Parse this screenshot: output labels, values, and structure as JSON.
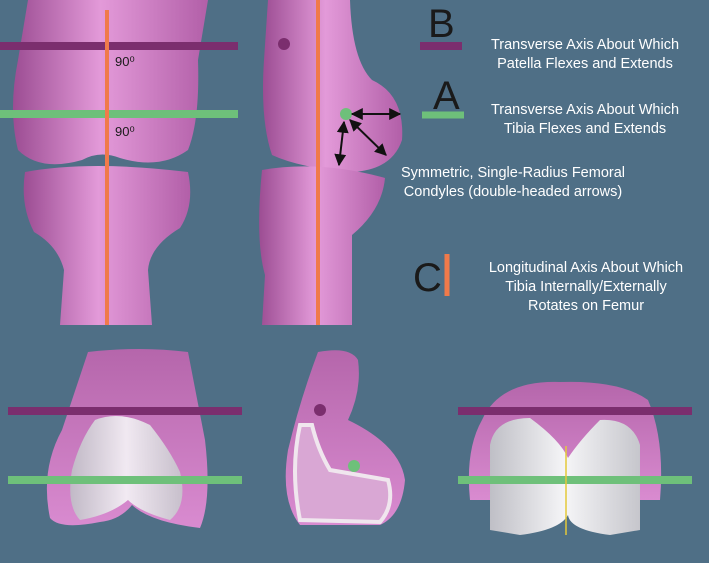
{
  "legend": {
    "B": {
      "letter": "B",
      "line1": "Transverse Axis About Which",
      "line2": "Patella Flexes and Extends",
      "color": "#7b2e6e"
    },
    "A": {
      "letter": "A",
      "line1": "Transverse Axis About Which",
      "line2": "Tibia Flexes and Extends",
      "color": "#6ec07a"
    },
    "condyles": {
      "line1": "Symmetric, Single-Radius Femoral",
      "line2": "Condyles (double-headed arrows)"
    },
    "C": {
      "letter": "C",
      "line1": "Longitudinal Axis About Which",
      "line2": "Tibia Internally/Externally",
      "line3": "Rotates on Femur",
      "color": "#f07a4a"
    }
  },
  "angles": {
    "top": "90⁰",
    "bottom": "90⁰"
  },
  "colors": {
    "background": "#4f6f86",
    "bone": "#d27fc8",
    "bone_dark": "#a04e97",
    "implant": "#e8e8ea"
  }
}
